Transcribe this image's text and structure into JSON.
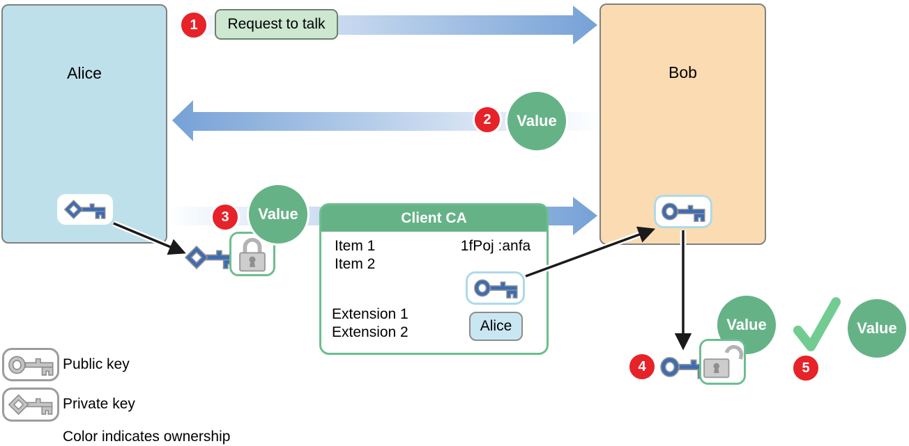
{
  "actors": {
    "alice": "Alice",
    "bob": "Bob"
  },
  "steps": {
    "s1": {
      "num": "1",
      "label": "Request to talk"
    },
    "s2": {
      "num": "2",
      "label": "Value"
    },
    "s3": {
      "num": "3",
      "label": "Value"
    },
    "s4": {
      "num": "4",
      "label": "Value"
    },
    "s5": {
      "num": "5",
      "label": "Value"
    }
  },
  "certificate": {
    "title": "Client CA",
    "item1": "Item 1",
    "item2": "Item 2",
    "extension1": "Extension 1",
    "extension2": "Extension 2",
    "signature": "1fPoj :anfa",
    "owner": "Alice"
  },
  "legend": {
    "public_key": "Public key",
    "private_key": "Private key",
    "note": "Color indicates ownership"
  },
  "colors": {
    "alice_fill": "#BEE0EA",
    "bob_fill": "#FBDBB2",
    "green": "#66B287",
    "check_green": "#72CC92",
    "badge_red": "#E62328",
    "arrow_blue": "#76A1D6",
    "key_blue": "#3A6CB5",
    "key_gray": "#C4C4C4",
    "key_outline": "#8E8E8E",
    "cert_border": "#6CBE8E",
    "pill_fill": "#CDE7D0",
    "pill_border": "#6E806E",
    "keybox_border": "#AEDAE8",
    "owner_fill": "#C9E7F2",
    "lock_gray": "#CDCDCD",
    "lock_outline": "#9B9B9B",
    "lock_dark": "#8F8F8F"
  }
}
